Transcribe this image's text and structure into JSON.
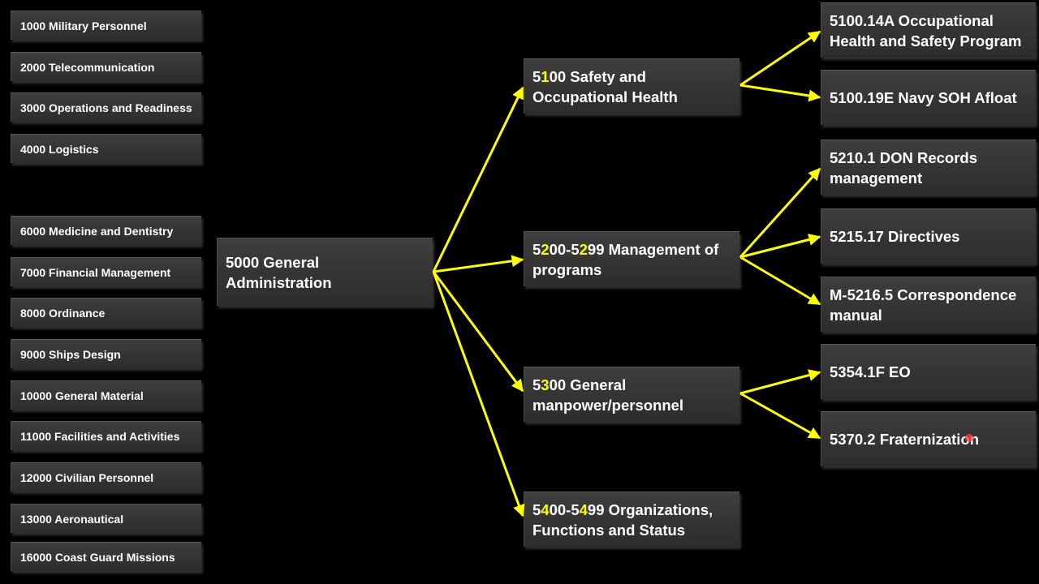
{
  "series_list": [
    "1000 Military Personnel",
    "2000 Telecommunication",
    "3000 Operations and Readiness",
    "4000 Logistics",
    "6000 Medicine and Dentistry",
    "7000 Financial Management",
    "8000 Ordinance",
    "9000 Ships Design",
    "10000 General Material",
    "11000 Facilities and Activities",
    "12000 Civilian Personnel",
    "13000 Aeronautical",
    "16000 Coast Guard Missions"
  ],
  "root": {
    "line1": "5000 General",
    "line2": "Administration"
  },
  "groups": {
    "g5100": {
      "p1": "5",
      "hl": "1",
      "p2": "00 Safety and",
      "line2": "Occupational Health"
    },
    "g5200": {
      "p1": "5",
      "hl1": "2",
      "p2": "00-5",
      "hl2": "2",
      "p3": "99 Management of",
      "line2": "programs"
    },
    "g5300": {
      "p1": "5",
      "hl": "3",
      "p2": "00 General",
      "line2": "manpower/personnel"
    },
    "g5400": {
      "p1": "5",
      "hl1": "4",
      "p2": "00-5",
      "hl2": "4",
      "p3": "99 Organizations,",
      "line2": "Functions and Status"
    }
  },
  "instructions": {
    "i1": {
      "line1": "5100.14A Occupational",
      "line2": "Health and Safety Program"
    },
    "i2": {
      "line1": "5100.19E Navy SOH Afloat"
    },
    "i3": {
      "line1": "5210.1 DON Records",
      "line2": "management"
    },
    "i4": {
      "line1": "5215.17 Directives"
    },
    "i5": {
      "line1": "M-5216.5 Correspondence",
      "line2": "manual"
    },
    "i6": {
      "line1": "5354.1F EO"
    },
    "i7": {
      "line1": "5370.2 Fraternization"
    }
  },
  "colors": {
    "arrow": "#ffff00",
    "box_bg": "#353535",
    "text": "#ffffff",
    "highlight": "#ffff00"
  }
}
